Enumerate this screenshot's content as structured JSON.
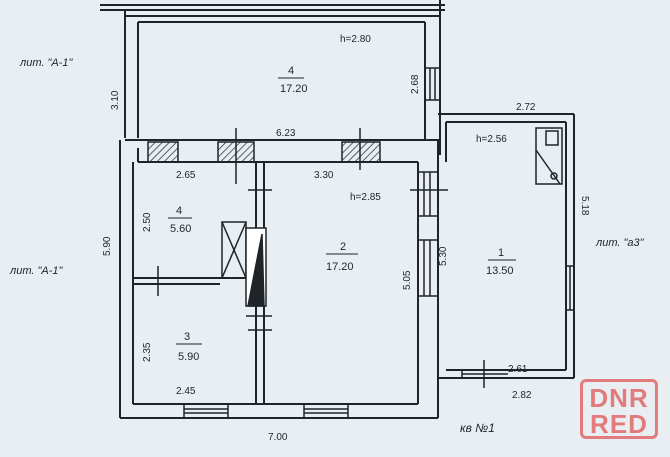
{
  "labels": {
    "lit_a1_upper": "лит. \"А-1\"",
    "lit_a1_lower": "лит. \"А-1\"",
    "lit_a3": "лит. \"а3\"",
    "apartment": "кв №1"
  },
  "rooms": [
    {
      "num": "4",
      "area": "17.20",
      "height": "h=2.80"
    },
    {
      "num": "1",
      "area": "13.50",
      "height": "h=2.56"
    },
    {
      "num": "2",
      "area": "17.20",
      "height": "h=2.85"
    },
    {
      "num": "4",
      "area": "5.60"
    },
    {
      "num": "3",
      "area": "5.90"
    }
  ],
  "dimensions": {
    "top_left_height": "3.10",
    "top_room_right": "2.68",
    "mid_width": "6.23",
    "annex_top": "2.72",
    "annex_right": "5.18",
    "left_total": "5.90",
    "room4_width": "2.65",
    "room4_height": "2.50",
    "room2_width": "3.30",
    "room2_height": "5.05",
    "room2_right": "5.30",
    "room3_height": "2.35",
    "room3_width": "2.45",
    "annex_bottom_inner": "2.61",
    "annex_bottom": "2.82",
    "total_width": "7.00"
  },
  "watermark": {
    "line1": "DNR",
    "line2": "RED"
  },
  "colors": {
    "ink": "#1f2428",
    "paper": "#e9eef2",
    "watermark": "#e27b7b"
  }
}
